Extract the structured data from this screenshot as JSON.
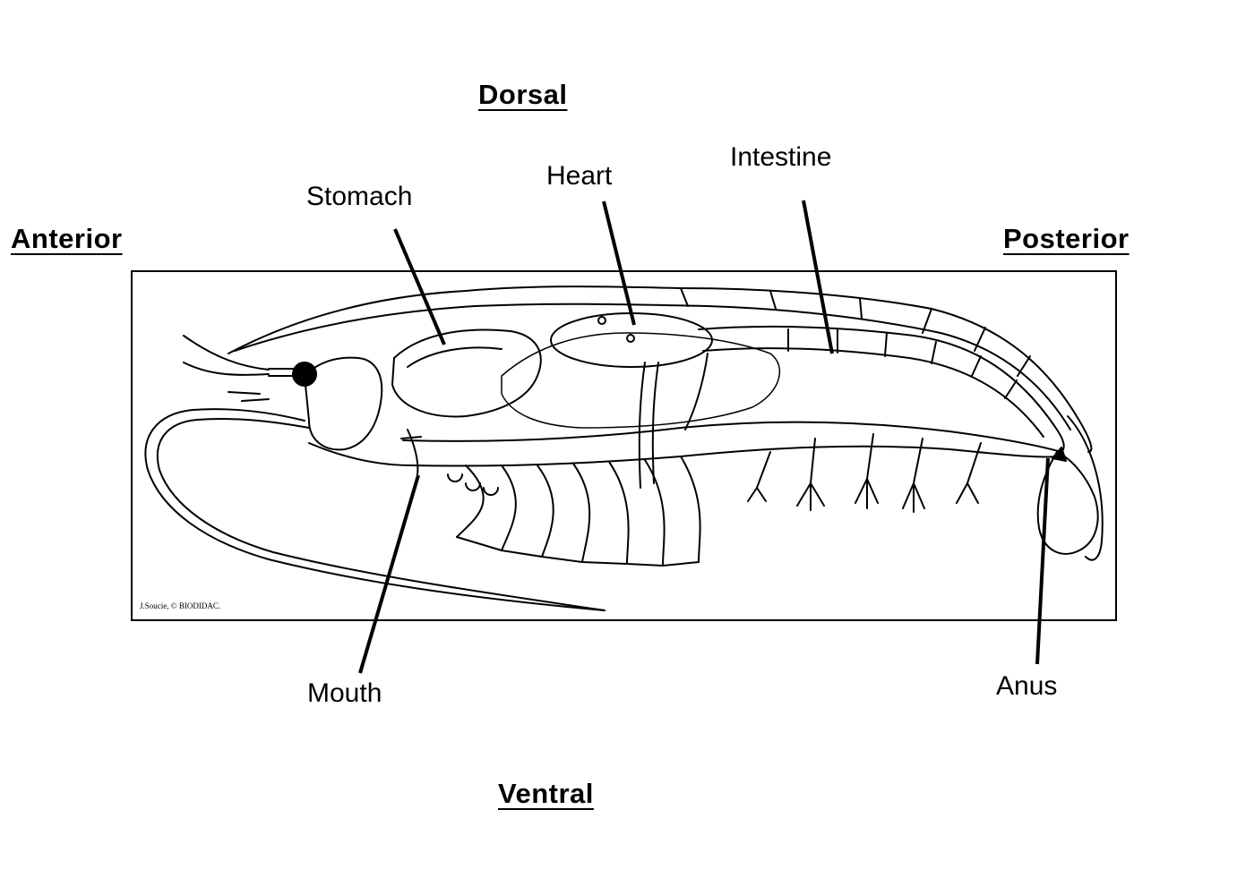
{
  "orientation": {
    "dorsal": "Dorsal",
    "ventral": "Ventral",
    "anterior": "Anterior",
    "posterior": "Posterior"
  },
  "labels": {
    "stomach": "Stomach",
    "heart": "Heart",
    "intestine": "Intestine",
    "mouth": "Mouth",
    "anus": "Anus"
  },
  "illustration": {
    "credit": "J.Soucie, © BIODIDAC."
  }
}
